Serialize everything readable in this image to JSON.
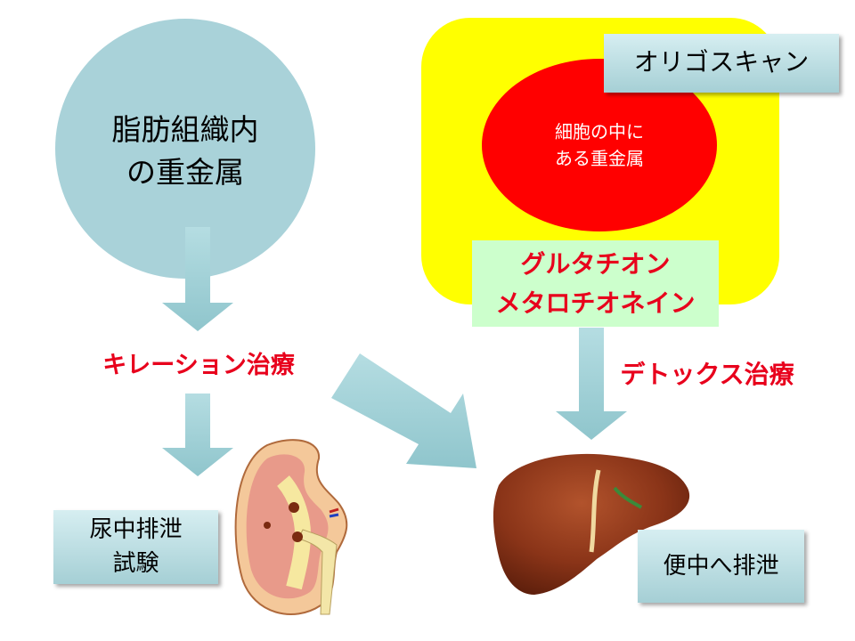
{
  "left_circle_text": "脂肪組織内\nの重金属",
  "chelation_label": "キレーション治療",
  "urine_box_text": "尿中排泄\n試験",
  "oligoscan_label": "オリゴスキャン",
  "cell_text": "細胞の中に\nある重金属",
  "glutathione_text": "グルタチオン\nメタロチオネイン",
  "detox_label": "デトックス治療",
  "stool_box_text": "便中へ排泄",
  "colors": {
    "circle_fill": "#a9d2d9",
    "arrow_fill": "#9fd0d6",
    "yellow_fill": "#ffff00",
    "red_fill": "#ff0000",
    "label_red": "#e8001c",
    "glutathione_bg": "#ccffcc",
    "box_fill": "#bfe0e4"
  }
}
